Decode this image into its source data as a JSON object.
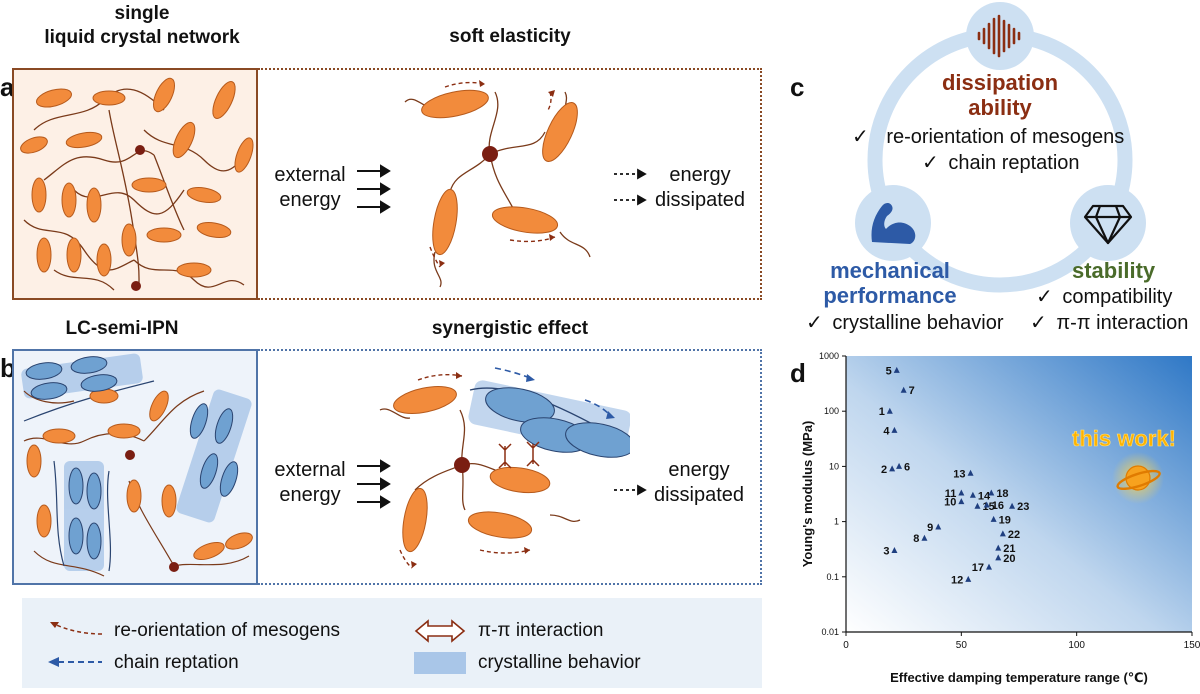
{
  "panel_a": {
    "letter": "a",
    "left_title_line1": "single",
    "left_title_line2": "liquid crystal network",
    "right_title": "soft elasticity",
    "input_line1": "external",
    "input_line2": "energy",
    "output_line1": "energy",
    "output_line2": "dissipated"
  },
  "panel_b": {
    "letter": "b",
    "left_title": "LC-semi-IPN",
    "right_title": "synergistic effect",
    "input_line1": "external",
    "input_line2": "energy",
    "output_line1": "energy",
    "output_line2": "dissipated"
  },
  "legend": {
    "reorientation": "re-orientation of mesogens",
    "pi_pi": "π-π interaction",
    "reptation": "chain reptation",
    "crystalline": "crystalline behavior"
  },
  "panel_c": {
    "letter": "c",
    "dissipation_line1": "dissipation",
    "dissipation_line2": "ability",
    "dissipation_item1": "re-orientation of mesogens",
    "dissipation_item2": "chain reptation",
    "mechanical_line1": "mechanical",
    "mechanical_line2": "performance",
    "mechanical_item1": "crystalline behavior",
    "stability_title": "stability",
    "stability_item1": "compatibility",
    "stability_item2": "π-π interaction",
    "check": "✓",
    "colors": {
      "dissipation": "#8b2e12",
      "mechanical": "#2d5aa6",
      "stability": "#4a6b2a",
      "ring": "#cde0f2"
    },
    "icons": [
      "sound-wave-icon",
      "flexed-arm-icon",
      "diamond-icon"
    ]
  },
  "panel_d": {
    "letter": "d",
    "highlight_label": "this work!",
    "icon": "planet-icon"
  },
  "chart_data": {
    "type": "scatter",
    "xlabel": "Effective damping temperature range (℃)",
    "ylabel": "Young's modulus (MPa)",
    "xlim": [
      0,
      150
    ],
    "ylim": [
      0.01,
      1000
    ],
    "yscale": "log",
    "x_ticks": [
      "0",
      "50",
      "100",
      "150"
    ],
    "y_ticks": [
      "0.01",
      "0.1",
      "1",
      "10",
      "100",
      "1000"
    ],
    "points": [
      {
        "label": "1",
        "x": 19,
        "y": 100
      },
      {
        "label": "2",
        "x": 20,
        "y": 9
      },
      {
        "label": "3",
        "x": 21,
        "y": 0.3
      },
      {
        "label": "4",
        "x": 21,
        "y": 45
      },
      {
        "label": "5",
        "x": 22,
        "y": 550
      },
      {
        "label": "6",
        "x": 23,
        "y": 10
      },
      {
        "label": "7",
        "x": 25,
        "y": 240
      },
      {
        "label": "8",
        "x": 34,
        "y": 0.5
      },
      {
        "label": "9",
        "x": 40,
        "y": 0.8
      },
      {
        "label": "10",
        "x": 50,
        "y": 2.3
      },
      {
        "label": "11",
        "x": 50,
        "y": 3.3
      },
      {
        "label": "12",
        "x": 53,
        "y": 0.09
      },
      {
        "label": "13",
        "x": 54,
        "y": 7.5
      },
      {
        "label": "14",
        "x": 55,
        "y": 3.0
      },
      {
        "label": "15",
        "x": 57,
        "y": 1.9
      },
      {
        "label": "16",
        "x": 61,
        "y": 2.0
      },
      {
        "label": "17",
        "x": 62,
        "y": 0.15
      },
      {
        "label": "18",
        "x": 63,
        "y": 3.3
      },
      {
        "label": "19",
        "x": 64,
        "y": 1.1
      },
      {
        "label": "20",
        "x": 66,
        "y": 0.22
      },
      {
        "label": "21",
        "x": 66,
        "y": 0.33
      },
      {
        "label": "22",
        "x": 68,
        "y": 0.6
      },
      {
        "label": "23",
        "x": 72,
        "y": 1.9
      }
    ]
  }
}
